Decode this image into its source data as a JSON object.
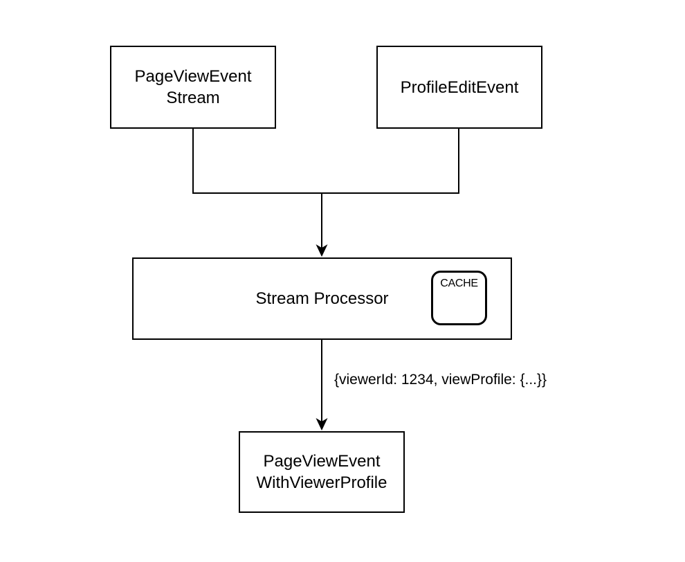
{
  "diagram": {
    "background": "#ffffff",
    "stroke_color": "#000000",
    "text_color": "#000000",
    "nodes": {
      "source_a": {
        "label": "PageViewEvent\nStream"
      },
      "source_b": {
        "label": "ProfileEditEvent"
      },
      "processor": {
        "label": "Stream Processor",
        "cache_badge": "CACHE"
      },
      "output": {
        "label": "PageViewEvent\nWithViewerProfile"
      }
    },
    "edge_labels": {
      "processor_to_output": "{viewerId: 1234, viewProfile: {...}}"
    }
  }
}
